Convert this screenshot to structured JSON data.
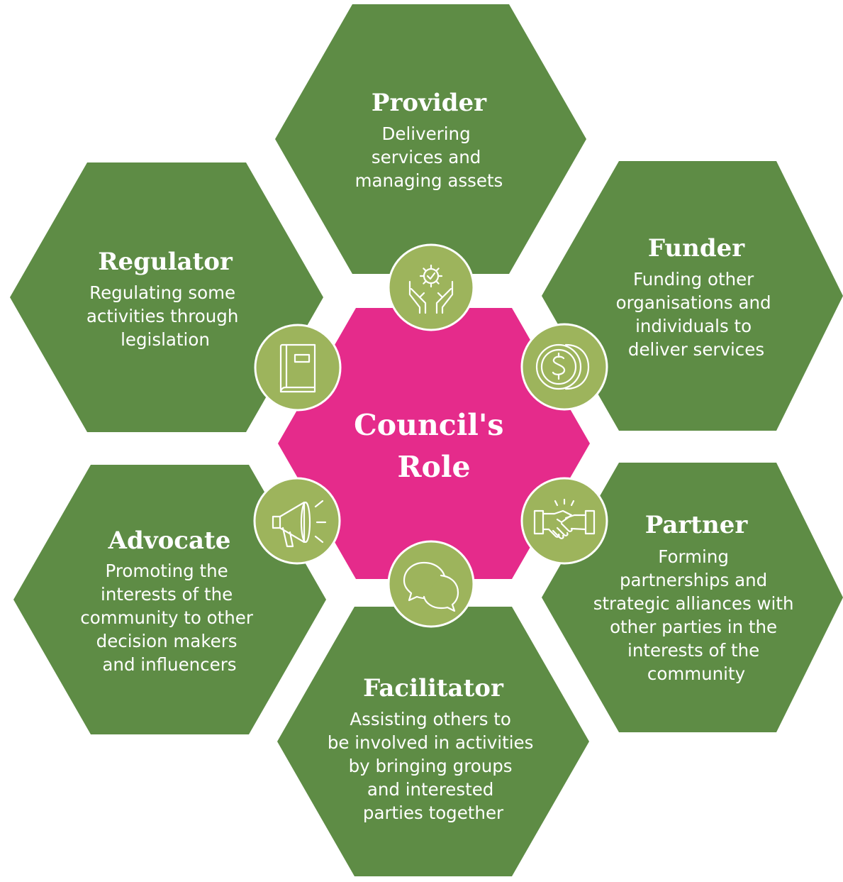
{
  "colors": {
    "hex_green": "#5e8c45",
    "center_pink": "#e52b8b",
    "icon_circle": "#9db45c",
    "text": "#ffffff"
  },
  "center": {
    "title_line1": "Council's",
    "title_line2": "Role"
  },
  "roles": [
    {
      "id": "provider",
      "title": "Provider",
      "description": [
        "Delivering",
        "services and",
        "managing assets"
      ],
      "icon": "hands-gear-icon"
    },
    {
      "id": "funder",
      "title": "Funder",
      "description": [
        "Funding other",
        "organisations and",
        "individuals to",
        "deliver services"
      ],
      "icon": "dollar-coin-icon"
    },
    {
      "id": "partner",
      "title": "Partner",
      "description": [
        "Forming",
        "partnerships and",
        "strategic alliances with",
        "other parties in the",
        "interests of the",
        "community"
      ],
      "icon": "handshake-icon"
    },
    {
      "id": "facilitator",
      "title": "Facilitator",
      "description": [
        "Assisting others to",
        "be involved in activities",
        "by bringing groups",
        "and interested",
        "parties together"
      ],
      "icon": "speech-bubbles-icon"
    },
    {
      "id": "advocate",
      "title": "Advocate",
      "description": [
        "Promoting the",
        "interests of the",
        "community to other",
        "decision makers",
        "and influencers"
      ],
      "icon": "megaphone-icon"
    },
    {
      "id": "regulator",
      "title": "Regulator",
      "description": [
        "Regulating some",
        "activities through",
        "legislation"
      ],
      "icon": "book-icon"
    }
  ]
}
